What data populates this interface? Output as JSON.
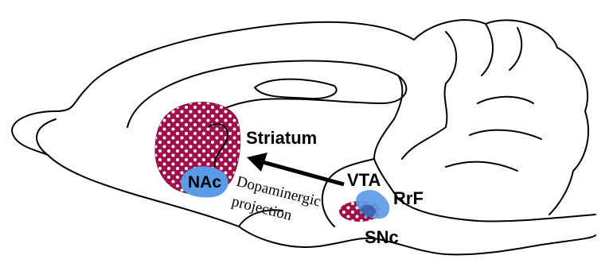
{
  "labels": {
    "striatum": "Striatum",
    "nac": "NAc",
    "vta": "VTA",
    "rrf": "RrF",
    "snc": "SNc",
    "projection_line1": "Dopaminergic",
    "projection_line2": "projection"
  },
  "colors": {
    "outline": "#000000",
    "striatum_fill": "#a0104a",
    "dot": "#ffffff",
    "blue": "#5b9be6",
    "arrow": "#000000"
  }
}
